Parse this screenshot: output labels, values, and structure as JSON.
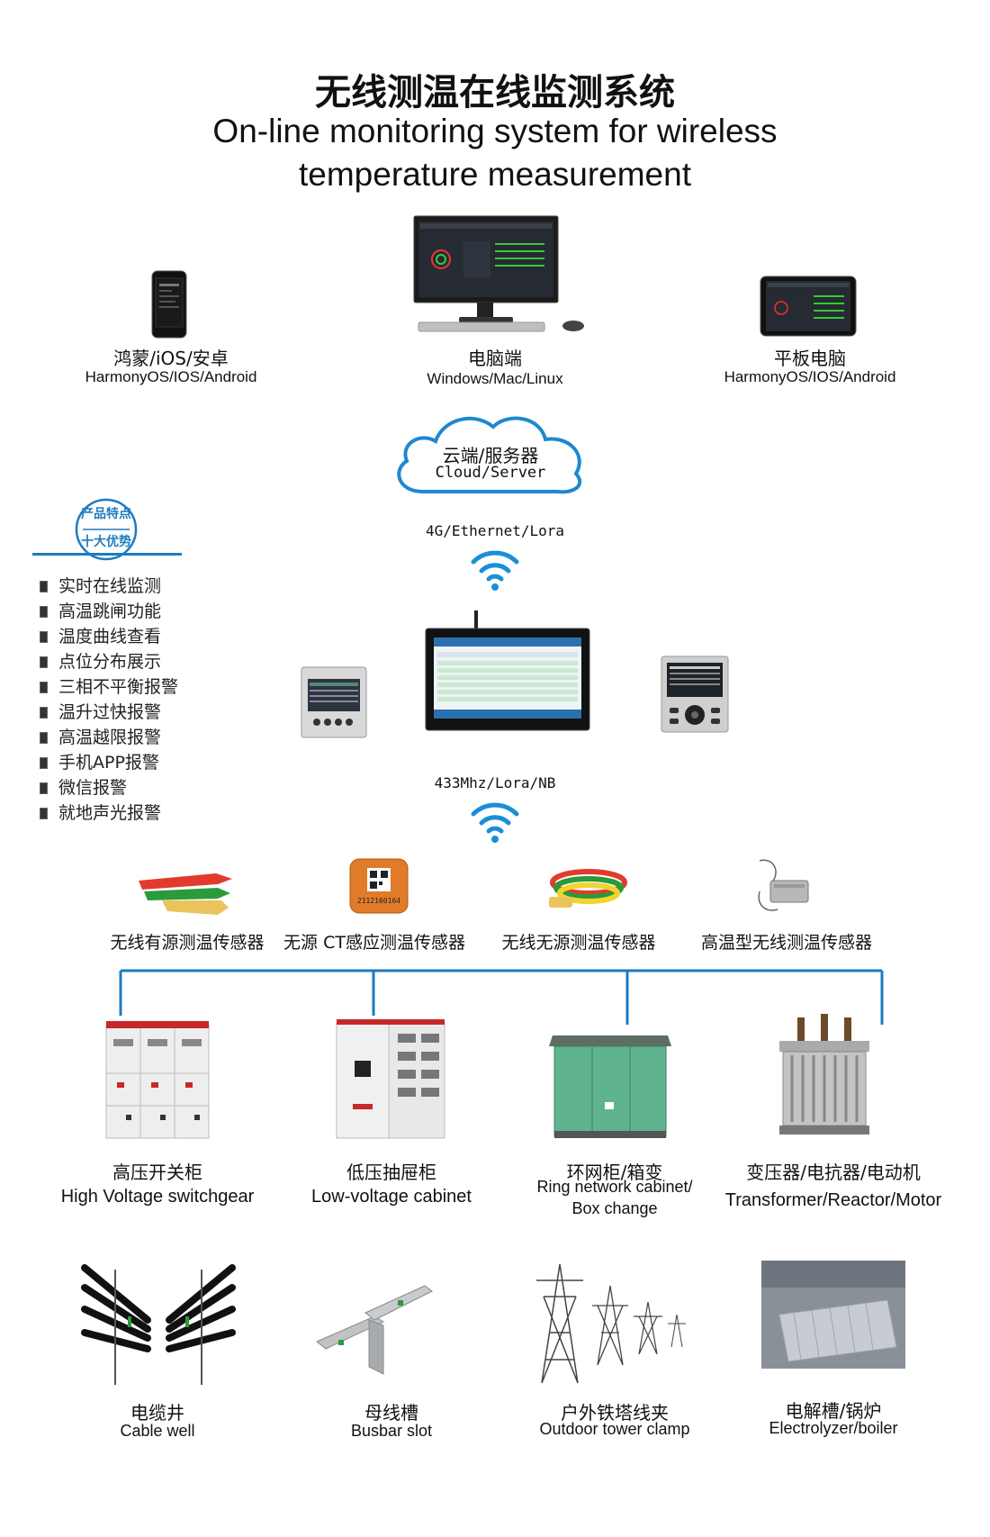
{
  "title": {
    "cn": "无线测温在线监测系统",
    "en_line1": "On-line monitoring system for wireless",
    "en_line2": "temperature measurement"
  },
  "clients": [
    {
      "cn": "鸿蒙/iOS/安卓",
      "en": "HarmonyOS/IOS/Android"
    },
    {
      "cn": "电脑端",
      "en": "Windows/Mac/Linux"
    },
    {
      "cn": "平板电脑",
      "en": "HarmonyOS/IOS/Android"
    }
  ],
  "cloud": {
    "cn": "云端/服务器",
    "en": "Cloud/Server"
  },
  "links": {
    "upper": "4G/Ethernet/Lora",
    "lower": "433Mhz/Lora/NB"
  },
  "badge": {
    "line1": "产品特点",
    "line2": "十大优势"
  },
  "features": [
    "实时在线监测",
    "高温跳闸功能",
    "温度曲线查看",
    "点位分布展示",
    "三相不平衡报警",
    "温升过快报警",
    "高温越限报警",
    "手机APP报警",
    "微信报警",
    "就地声光报警"
  ],
  "sensors": [
    "无线有源测温传感器",
    "无源 CT感应测温传感器",
    "无线无源测温传感器",
    "高温型无线测温传感器"
  ],
  "sensor_tag_code": "2112160164",
  "applications_row1": [
    {
      "cn": "高压开关柜",
      "en": "High Voltage switchgear"
    },
    {
      "cn": "低压抽屉柜",
      "en": "Low-voltage cabinet"
    },
    {
      "cn": "环网柜/箱变",
      "en": "Ring network cabinet/",
      "en2": "Box change"
    },
    {
      "cn": "变压器/电抗器/电动机",
      "en": "Transformer/Reactor/Motor"
    }
  ],
  "applications_row2": [
    {
      "cn": "电缆井",
      "en": "Cable well"
    },
    {
      "cn": "母线槽",
      "en": "Busbar slot"
    },
    {
      "cn": "户外铁塔线夹",
      "en": "Outdoor tower clamp"
    },
    {
      "cn": "电解槽/锅炉",
      "en": "Electrolyzer/boiler"
    }
  ],
  "colors": {
    "accent": "#1e7bbf",
    "cloud": "#1e88d0",
    "wifi": "#1a8fd6"
  }
}
